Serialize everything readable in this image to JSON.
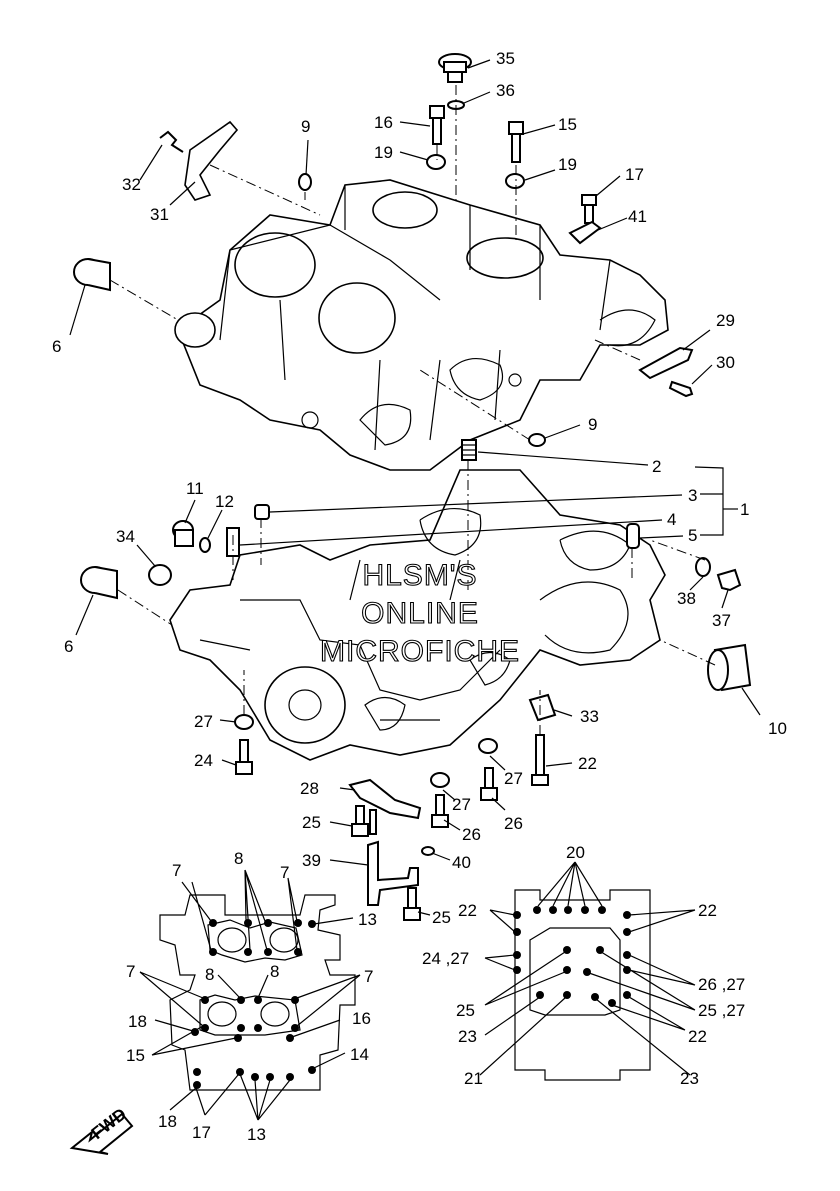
{
  "callouts": {
    "c35": "35",
    "c36": "36",
    "c16a": "16",
    "c15a": "15",
    "c9a": "9",
    "c19a": "19",
    "c19b": "19",
    "c17a": "17",
    "c41": "41",
    "c32": "32",
    "c31": "31",
    "c6a": "6",
    "c29": "29",
    "c30": "30",
    "c9b": "9",
    "c2": "2",
    "c3": "3",
    "c1": "1",
    "c4": "4",
    "c5": "5",
    "c11": "11",
    "c12": "12",
    "c34": "34",
    "c6b": "6",
    "c38": "38",
    "c37": "37",
    "c10": "10",
    "c33": "33",
    "c27a": "27",
    "c24a": "24",
    "c22a": "22",
    "c28": "28",
    "c27b": "27",
    "c27c": "27",
    "c25a": "25",
    "c26a": "26",
    "c26b": "26",
    "c39": "39",
    "c40": "40",
    "c25b": "25",
    "c7a": "7",
    "c8a": "8",
    "c7b": "7",
    "c13a": "13",
    "c7c": "7",
    "c8b": "8",
    "c8c": "8",
    "c7d": "7",
    "c18a": "18",
    "c16b": "16",
    "c15b": "15",
    "c14": "14",
    "c18b": "18",
    "c17b": "17",
    "c13b": "13",
    "c20": "20",
    "c22b": "22",
    "c22c": "22",
    "c2427": "24 ,27",
    "c2627": "26 ,27",
    "c25c": "25",
    "c2527": "25 ,27",
    "c23a": "23",
    "c22d": "22",
    "c21": "21",
    "c23b": "23"
  },
  "watermark": {
    "line1": "HLSM'S",
    "line2": "ONLINE",
    "line3": "MICROFICHE"
  },
  "fwd_label": "FWD",
  "icons": {
    "fwd_arrow": "fwd-arrow-icon"
  }
}
